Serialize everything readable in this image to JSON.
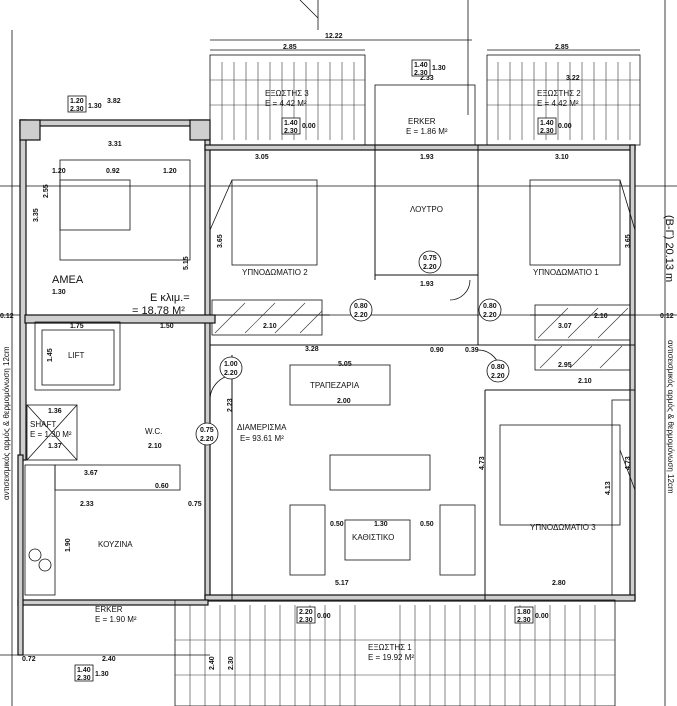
{
  "rooms": {
    "exoste_left": "ΕΞΩΣΤΗΣ 3",
    "exoste_left_area": "E = 4.42 M²",
    "exoste_right": "ΕΞΩΣΤΗΣ 2",
    "exoste_right_area": "E = 4.42 M²",
    "erker_top": "ERKER",
    "erker_top_area": "E = 1.86 M²",
    "bath": "ΛΟΥΤΡΟ",
    "bed2": "ΥΠΝΟΔΩΜΑΤΙΟ 2",
    "bed1": "ΥΠΝΟΔΩΜΑΤΙΟ 1",
    "bed3": "ΥΠΝΟΔΩΜΑΤΙΟ 3",
    "amea": "ΑΜΕΑ",
    "stair_area": "Ε κλιμ.=",
    "stair_area_val": "= 18.78 M²",
    "lift": "LIFT",
    "dining": "ΤΡΑΠΕΖΑΡΙΑ",
    "apartment": "ΔΙΑΜΕΡΙΣΜΑ",
    "apartment_area": "E= 93.61 M²",
    "wc": "W.C.",
    "shaft": "SHAFT",
    "shaft_area": "E = 1.30 M²",
    "kitchen": "ΚΟΥΖΙΝΑ",
    "living": "ΚΑΘΙΣΤΙΚΟ",
    "erker_bottom": "ERKER",
    "erker_bottom_area": "E = 1.90 M²",
    "exoste_bottom": "ΕΞΩΣΤΗΣ 1",
    "exoste_bottom_area": "E = 19.92 M²"
  },
  "dims": {
    "d1222": "12.22",
    "d285a": "2.85",
    "d285b": "2.85",
    "d233": "2.33",
    "d382": "3.82",
    "d322": "3.22",
    "d331": "3.31",
    "d305": "3.05",
    "d193a": "1.93",
    "d310": "3.10",
    "d120a": "1.20",
    "d092": "0.92",
    "d120b": "1.20",
    "d255": "2.55",
    "d335": "3.35",
    "d515": "5.15",
    "d365a": "3.65",
    "d365b": "3.65",
    "d193b": "1.93",
    "d130": "1.30",
    "d175": "1.75",
    "d150": "1.50",
    "d210a": "2.10",
    "d307": "3.07",
    "d210b": "2.10",
    "d328": "3.28",
    "d505": "5.05",
    "d090": "0.90",
    "d039": "0.39",
    "d295": "2.95",
    "d210c": "2.10",
    "d136": "1.36",
    "d137": "1.37",
    "d210d": "2.10",
    "d367": "3.67",
    "d060": "0.60",
    "d233b": "2.33",
    "d075": "0.75",
    "d190": "1.90",
    "d517": "5.17",
    "d280": "2.80",
    "d072": "0.72",
    "d240": "2.40",
    "d473a": "4.73",
    "d473b": "4.73",
    "d413": "4.13",
    "d200": "2.00",
    "d050a": "0.50",
    "d050b": "0.50",
    "d130b": "1.30",
    "d145": "1.45",
    "d012a": "0.12",
    "d012b": "0.12",
    "d223": "2.23",
    "d230": "2.30",
    "d240b": "2.40"
  },
  "tags": [
    {
      "top": "1.20",
      "bottom": "2.30",
      "side": "1.30"
    },
    {
      "top": "1.40",
      "bottom": "2.30",
      "side": "0.00"
    },
    {
      "top": "1.40",
      "bottom": "2.30",
      "side": "0.00"
    },
    {
      "top": "0.75",
      "bottom": "2.20"
    },
    {
      "top": "0.80",
      "bottom": "2.20"
    },
    {
      "top": "0.80",
      "bottom": "2.20"
    },
    {
      "top": "1.00",
      "bottom": "2.20"
    },
    {
      "top": "0.80",
      "bottom": "2.20"
    },
    {
      "top": "0.75",
      "bottom": "2.20"
    },
    {
      "top": "2.20",
      "bottom": "2.30",
      "side": "0.00"
    },
    {
      "top": "1.80",
      "bottom": "2.30",
      "side": "0.00"
    },
    {
      "top": "1.40",
      "bottom": "2.30",
      "side": "1.30"
    },
    {
      "top": "1.40",
      "bottom": "2.30",
      "side": "1.30"
    }
  ],
  "side_text": {
    "left": "αντισεισμικός αρμός & θερμομόνωση 12cm",
    "right": "αντισεισμικός αρμός & θερμομόνωση 12cm",
    "right_dim": "(B-Γ) 20.13 m"
  }
}
